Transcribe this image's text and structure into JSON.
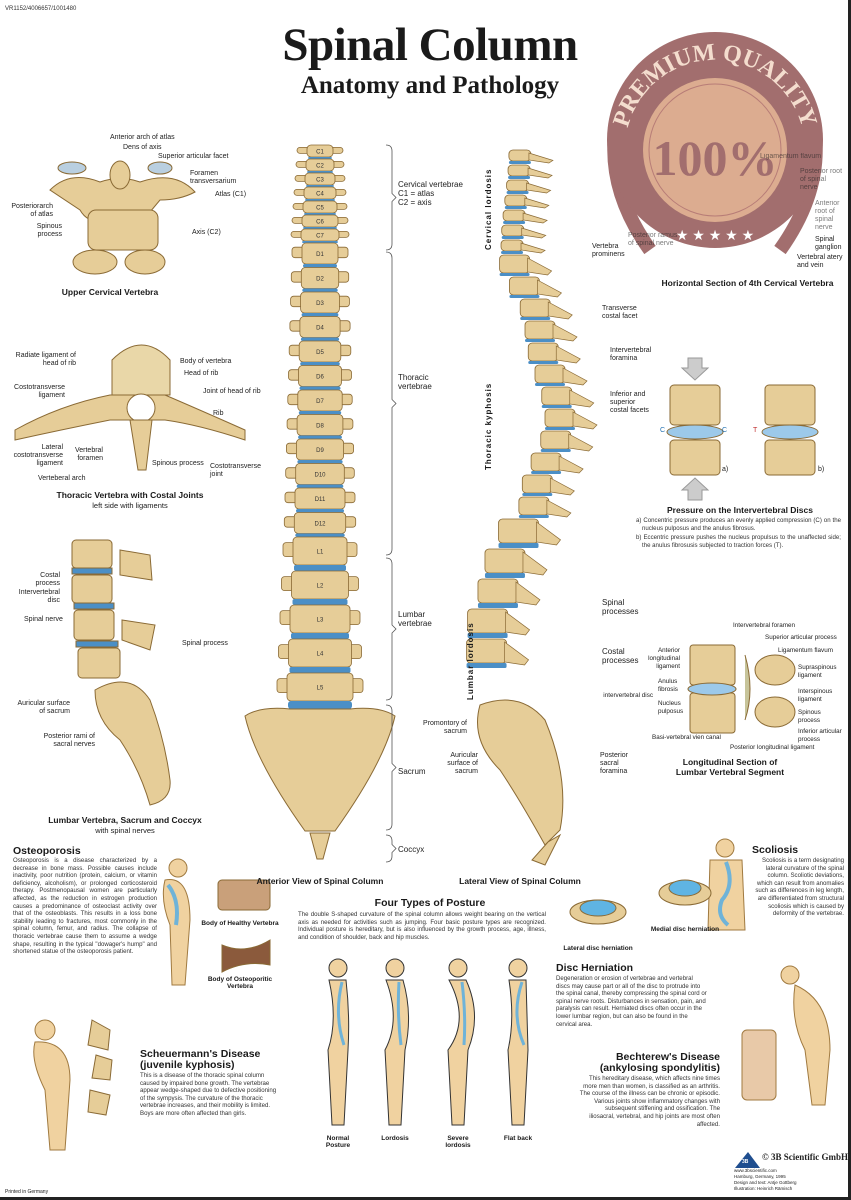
{
  "code": "VR1152/4006657/1001480",
  "title": "Spinal Column",
  "subtitle": "Anatomy and Pathology",
  "colors": {
    "bone": "#e6cd98",
    "bone_stroke": "#8a6a35",
    "disc": "#4b8fc6",
    "badge": "#8e4f4f",
    "badge_gold": "#d59b78"
  },
  "badge": {
    "top": "PREMIUM QUALITY",
    "center": "100%"
  },
  "upper_cervical": {
    "caption": "Upper Cervical Vertebra",
    "labels": [
      "Anterior arch of atlas",
      "Dens of axis",
      "Superior articular facet",
      "Foramen transversarium",
      "Atlas (C1)",
      "Posteriorarch of atlas",
      "Spinous process",
      "Axis (C2)"
    ]
  },
  "thoracic": {
    "caption": "Thoracic Vertebra with Costal Joints",
    "subcaption": "left side with ligaments",
    "labels": [
      "Radiate ligament of head of rib",
      "Body of vertebra",
      "Head of rib",
      "Joint of head of rib",
      "Costotransverse ligament",
      "Rib",
      "Lateral costotransverse ligament",
      "Vertebral foramen",
      "Spinous process",
      "Costotransverse joint",
      "Verteberal arch"
    ]
  },
  "lumbar": {
    "caption": "Lumbar Vertebra, Sacrum and Coccyx",
    "subcaption": "with spinal nerves",
    "labels": [
      "Costal process",
      "Intervertebral disc",
      "Spinal nerve",
      "Spinal process",
      "Auricular surface of sacrum",
      "Posterior rami of sacral nerves"
    ]
  },
  "anterior": {
    "caption": "Anterior View of Spinal Column",
    "vertebra_labels": [
      "C1",
      "C2",
      "C3",
      "C4",
      "C5",
      "C6",
      "C7",
      "D1",
      "D2",
      "D3",
      "D4",
      "D5",
      "D6",
      "D7",
      "D8",
      "D9",
      "D10",
      "D11",
      "D12",
      "L1",
      "L2",
      "L3",
      "L4",
      "L5"
    ],
    "regions": [
      {
        "name": "Cervical vertebrae",
        "note1": "C1 = atlas",
        "note2": "C2 = axis"
      },
      {
        "name": "Thoracic vertebrae"
      },
      {
        "name": "Lumbar vertebrae"
      },
      {
        "name": "Sacrum"
      },
      {
        "name": "Coccyx"
      }
    ]
  },
  "lateral": {
    "caption": "Lateral View of Spinal Column",
    "curves": [
      "Cervical lordosis",
      "Thoracic kyphosis",
      "Lumbar lordosis"
    ],
    "labels": [
      "Vertebra prominens",
      "Transverse costal facet",
      "Intervertebral foramina",
      "Inferior and superior costal facets",
      "Spinal processes",
      "Costal processes",
      "Promontory of sacrum",
      "Auricular surface of sacrum",
      "Posterior sacral foramina"
    ]
  },
  "horizontal_section": {
    "caption": "Horizontal Section of 4th Cervical Vertebra",
    "labels": [
      "Ligamentum flavum",
      "Posterior root of spinal nerve",
      "Anterior root of spinal nerve",
      "Spinal ganglion",
      "Vertebral atery and vein",
      "Posterior ramus of spinal nerve"
    ]
  },
  "pressure": {
    "caption": "Pressure on the Intervertebral Discs",
    "a": "a) Concentric pressure produces an evenly applied compression (C) on the nucleus pulposus and the anulus fibrosus.",
    "b": "b) Eccentric pressure pushes the nucleus propulsus to the unaffected side; the anulus fibrosusis subjected to traction forces (T).",
    "fig_a": "a)",
    "fig_b": "b)",
    "c": "C",
    "t": "T"
  },
  "longitudinal": {
    "caption1": "Longitudinal Section of",
    "caption2": "Lumbar Vertebral Segment",
    "labels": [
      "Intervertebral foramen",
      "Superior articular process",
      "Ligamentum flavum",
      "Supraspinous ligament",
      "Interspinous ligament",
      "Spinous process",
      "Inferior articular process",
      "Posterior longitudinal ligament",
      "Basi-vertebral vien canal",
      "Anterior longitudinal ligament",
      "Anulus fibrosis",
      "Nucleus pulposus",
      "intervertebral disc"
    ]
  },
  "osteoporosis": {
    "title": "Osteoporosis",
    "text": "Osteoporosis is a disease characterized by a decrease in bone mass. Possible causes include inactivity, poor nutrition (protein, calcium, or vitamin deficiency, alcoholism), or prolonged corticosteroid therapy. Postmenopausal women are particularly affected, as the reduction in estrogen production causes a predominance of osteoclast activity over that of the osteoblasts. This results in a loss bone stability leading to fractures, most commonly in the spinal column, femur, and radius. The collapse of thoracic vertebrae cause them to assume a wedge shape, resulting in the typical \"dowager's hump\" and shortened statue of the osteoporosis patient.",
    "healthy": "Body of Healthy Vertebra",
    "osteoporitic": "Body of Osteoporitic Vertebra"
  },
  "posture": {
    "title": "Four Types of Posture",
    "text": "The double S-shaped curvature of the spinal column allows weight bearing on the vertical axis as needed for activities such as jumping. Four basic posture types are recognized. Individual posture is hereditary, but is also influenced by the growth process, age, illness, and condition of shoulder, back and hip muscles.",
    "types": [
      "Normal Posture",
      "Lordosis",
      "Severe lordosis",
      "Flat back"
    ]
  },
  "herniation": {
    "lateral": "Lateral disc herniation",
    "medial": "Medial disc herniation",
    "title": "Disc Herniation",
    "text": "Degeneration or erosion of vertebrae and vertebral discs may cause part or all of the disc to protrude into the spinal canal, thereby compressing the spinal cord or spinal nerve roots. Disturbances in sensation, pain, and paralysis can result. Herniated discs often occur in the lower lumbar region, but can also be found in the cervical area."
  },
  "scoliosis": {
    "title": "Scoliosis",
    "text": "Scoliosis is a term designating lateral curvature of the spinal column. Scoliotic deviations, which can result from anomalies such as differences in leg length, are differentiated from structural scoliosis which is caused by deformity of the vertebrae."
  },
  "scheuermann": {
    "title1": "Scheuermann's Disease",
    "title2": "(juvenile kyphosis)",
    "text": "This is a disease of the thoracic spinal column caused by impaired bone growth. The vertebrae appear wedge-shaped due to defective positioning of the sympysis. The curvature of the thoracic vertebrae increases, and their mobility is limited. Boys are more often affected than girls."
  },
  "bechterew": {
    "title1": "Bechterew's Disease",
    "title2": "(ankylosing spondylitis)",
    "text": "This hereditary disease, which affects nine times more men than women, is classified as an arthritis. The course of the illness can be chronic or episodic. Various joints show inflammatory changes with subsequent stiffening and ossification. The iliosacral, vertebral, and hip joints are most often affected."
  },
  "footer": {
    "logo": "3B",
    "copyright": "© 3B Scientific GmbH",
    "url": "www.3bscientific.com",
    "place": "Hamburg, Germany, 1995",
    "design": "Design and text: Antje Gottberg",
    "illustration": "Illustration: Heinrich Rämisch",
    "printed": "Printed in Germany"
  }
}
